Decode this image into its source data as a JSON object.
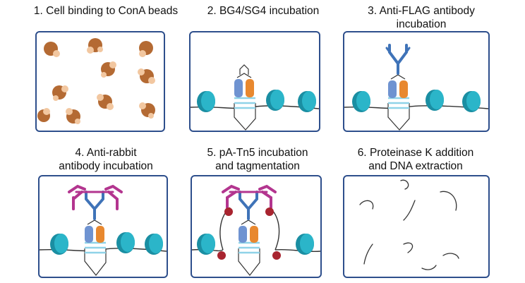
{
  "steps": [
    {
      "number": "1.",
      "title": "Cell binding to ConA beads"
    },
    {
      "number": "2.",
      "title": "BG4/SG4 incubation"
    },
    {
      "number": "3.",
      "title_line1": "Anti-FLAG antibody",
      "title_line2": "incubation"
    },
    {
      "number": "4.",
      "title_line1": "Anti-rabbit",
      "title_line2": "antibody incubation"
    },
    {
      "number": "5.",
      "title_line1": "pA-Tn5 incubation",
      "title_line2": "and tagmentation"
    },
    {
      "number": "6.",
      "title_line1": "Proteinase K addition",
      "title_line2": "and DNA extraction"
    }
  ],
  "colors": {
    "panel_border": "#2e4f8c",
    "nucleosome": "#2bb5c9",
    "nucleosome_dark": "#1a8ea2",
    "cell": "#b46a33",
    "bead": "#f2c7a0",
    "g4_blue": "#6f93d1",
    "g4_orange": "#e8882f",
    "g4_stripes": "#8fd3e8",
    "antiflag": "#3f73b8",
    "antirabbit": "#b3358f",
    "tn5": "#a8242f",
    "dna": "#333333"
  }
}
